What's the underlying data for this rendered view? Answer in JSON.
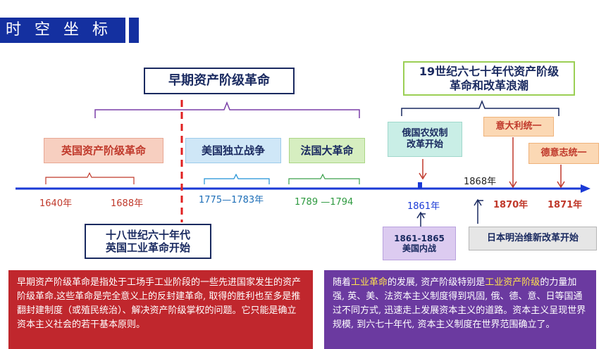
{
  "header": {
    "title": "时 空 坐 标"
  },
  "eras": {
    "early": "早期资产阶级革命",
    "late_line1": "19世纪六七十年代资产阶级",
    "late_line2": "革命和改革浪潮"
  },
  "events": {
    "england": "英国资产阶级革命",
    "america": "美国独立战争",
    "france": "法国大革命",
    "russia_line1": "俄国农奴制",
    "russia_line2": "改革开始",
    "italy": "意大利统一",
    "germany": "德意志统一",
    "us_civil_years": "1861-1865",
    "us_civil_name": "美国内战",
    "japan": "日本明治维新改革开始",
    "industry_line1": "十八世纪六十年代",
    "industry_line2": "英国工业革命开始"
  },
  "years": {
    "y1640": "1640年",
    "y1688": "1688年",
    "y1775": "1775—1783年",
    "y1789": "1789 —1794",
    "y1861": "1861年",
    "y1868": "1868年",
    "y1870": "1870年",
    "y1871": "1871年"
  },
  "panels": {
    "left": "早期资产阶级革命是指处于工场手工业阶段的一些先进国家发生的资产阶级革命.这些革命是完全意义上的反封建革命, 取得的胜利也至多是推翻封建制度（或殖民统治）、解决资产阶级掌权的问题。它只能是确立资本主义社会的若干基本原则。",
    "right_pre": "随着",
    "right_hl1": "工业革命",
    "right_mid": "的发展, 资产阶级特别是",
    "right_hl2": "工业资产阶级",
    "right_post": "的力量加强, 英、美、法资本主义制度得到巩固, 俄、德、意、日等国通过不同方式, 迅速走上发展资本主义的道路。资本主义呈现世界规模, 到六七十年代, 资本主义制度在世界范围确立了。"
  },
  "colors": {
    "title_bg": "#1430a0",
    "timeline": "#1a3ad6",
    "dashed_red": "#e02020",
    "panel_left": "#c0272d",
    "panel_right": "#6b3aa0",
    "highlight": "#ffe14d"
  }
}
